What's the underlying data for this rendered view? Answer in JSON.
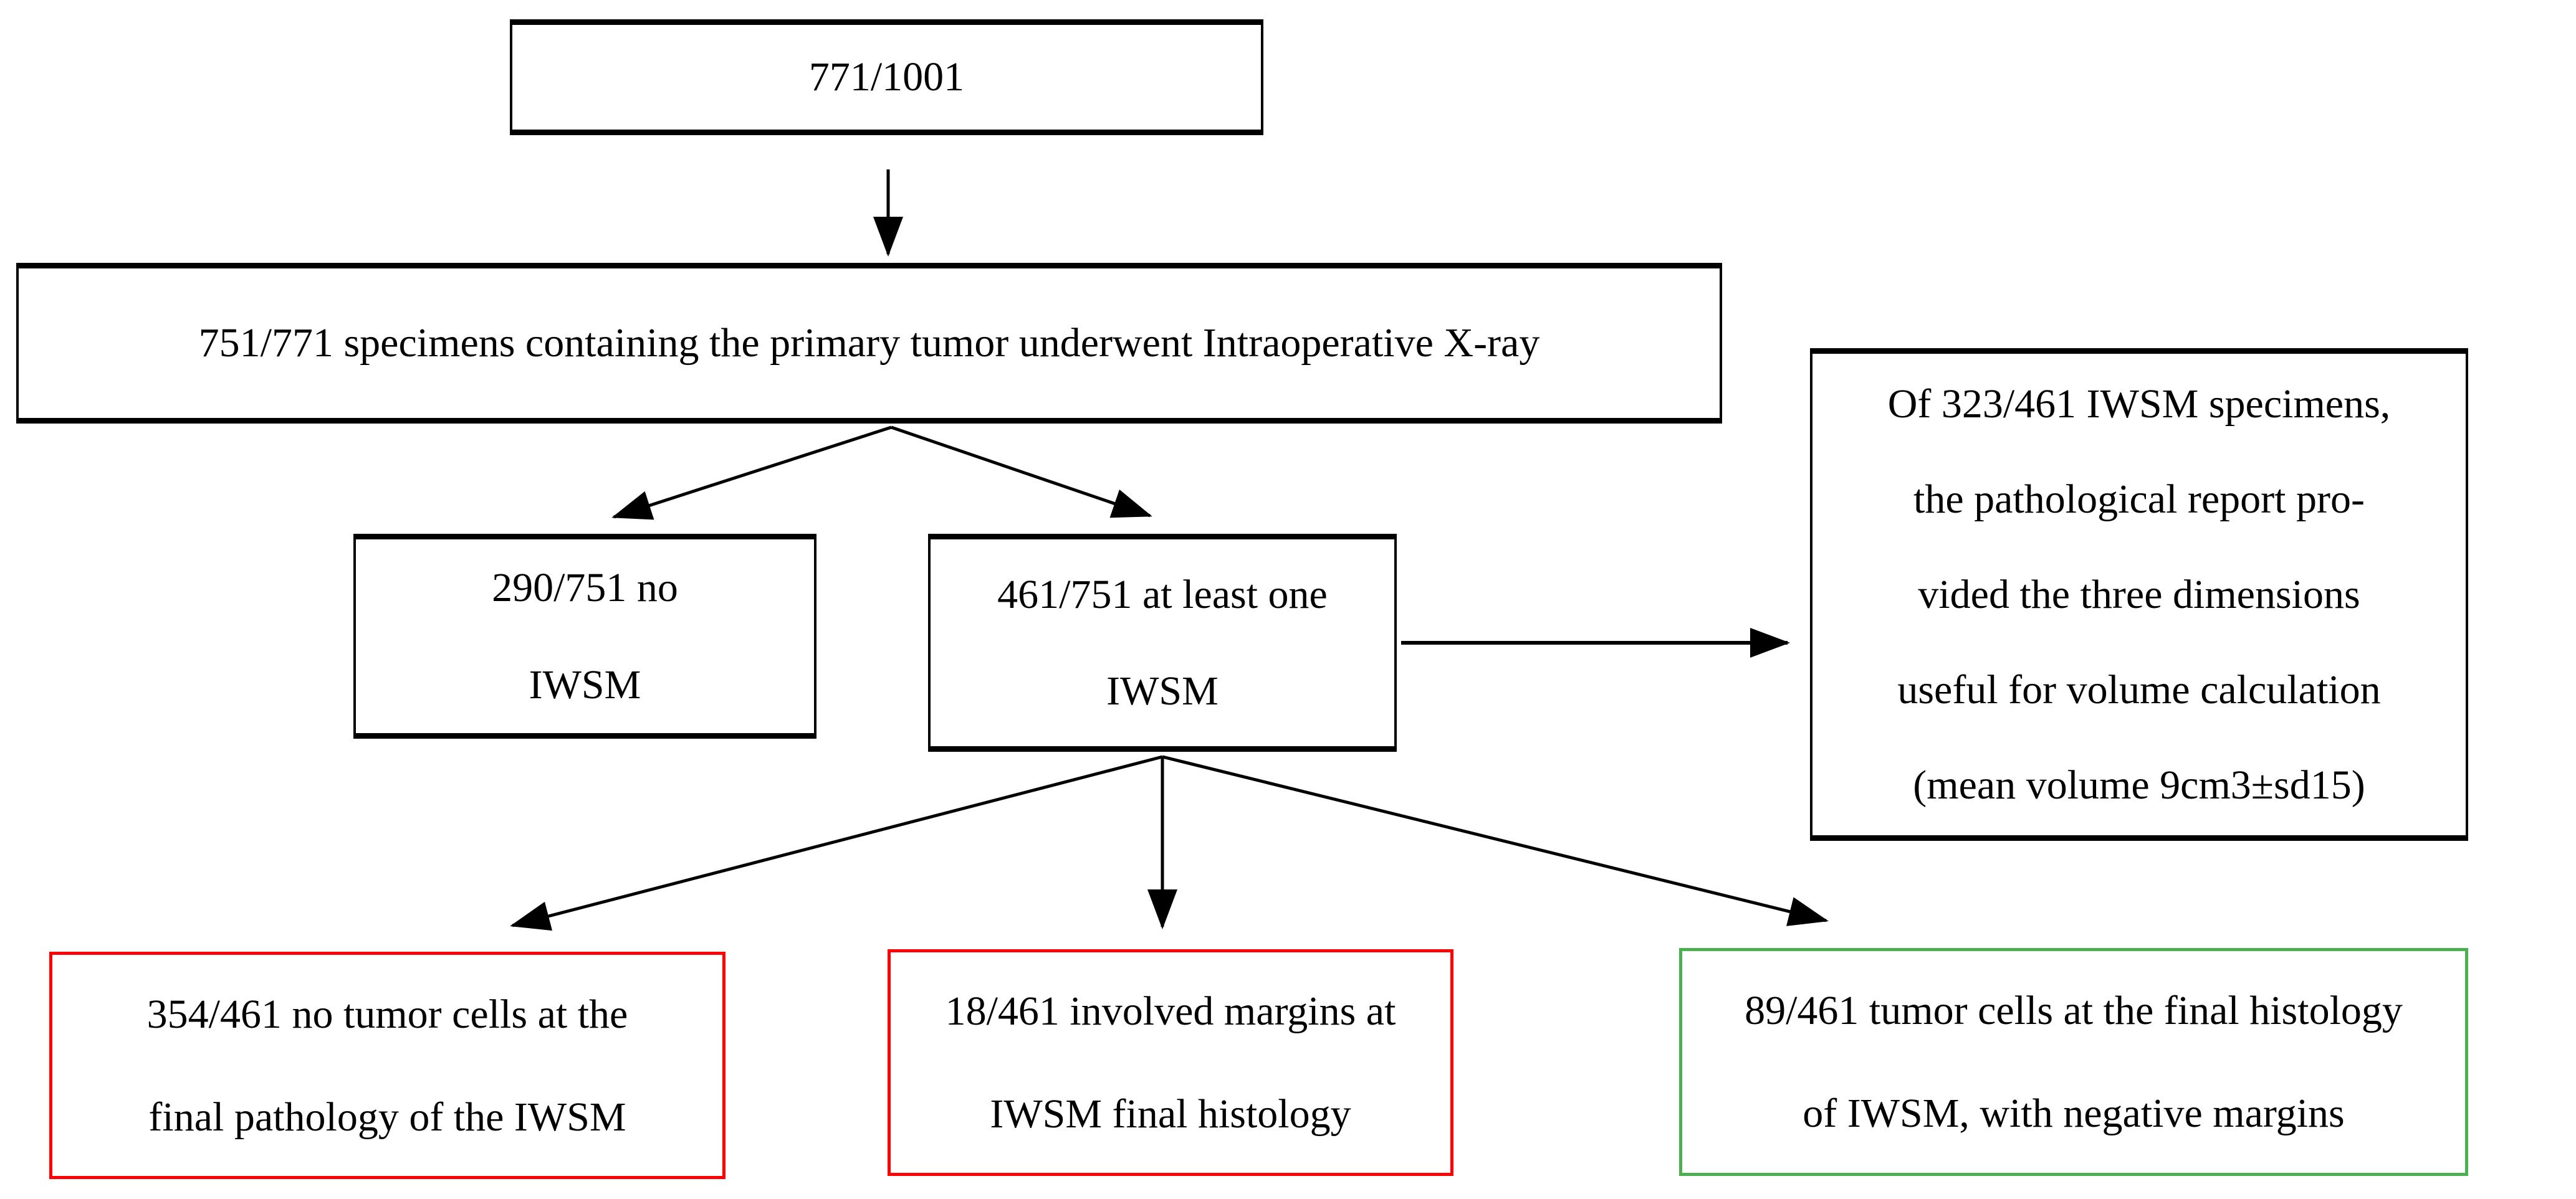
{
  "diagram": {
    "title": "IWSM specimens study flowchart",
    "colors": {
      "default_border": "#000000",
      "positive_margin_border": "#ff0000",
      "negative_margin_border": "#4caf50",
      "arrow": "#000000",
      "background": "#ffffff"
    },
    "boxes": {
      "enrolled": {
        "lines": [
          "771/1001"
        ]
      },
      "xray": {
        "lines": [
          "751/771 specimens containing the primary tumor underwent Intraoperative X-ray"
        ]
      },
      "no_iwsm": {
        "lines": [
          "290/751 no",
          "IWSM"
        ]
      },
      "at_least_one_iwsm": {
        "lines": [
          "461/751 at least one",
          "IWSM"
        ]
      },
      "volume": {
        "lines": [
          "Of 323/461 IWSM specimens,",
          "the pathological report pro-",
          "vided the three dimensions",
          "useful for volume calculation",
          "(mean volume 9cm3±sd15)"
        ]
      },
      "no_tumor_cells": {
        "lines": [
          "354/461 no tumor cells at the",
          "final pathology of the IWSM"
        ]
      },
      "involved_margins": {
        "lines": [
          "18/461 involved margins at",
          "IWSM final histology"
        ]
      },
      "negative_margins": {
        "lines": [
          "89/461 tumor cells at the final histology",
          "of IWSM, with negative margins"
        ]
      }
    }
  }
}
